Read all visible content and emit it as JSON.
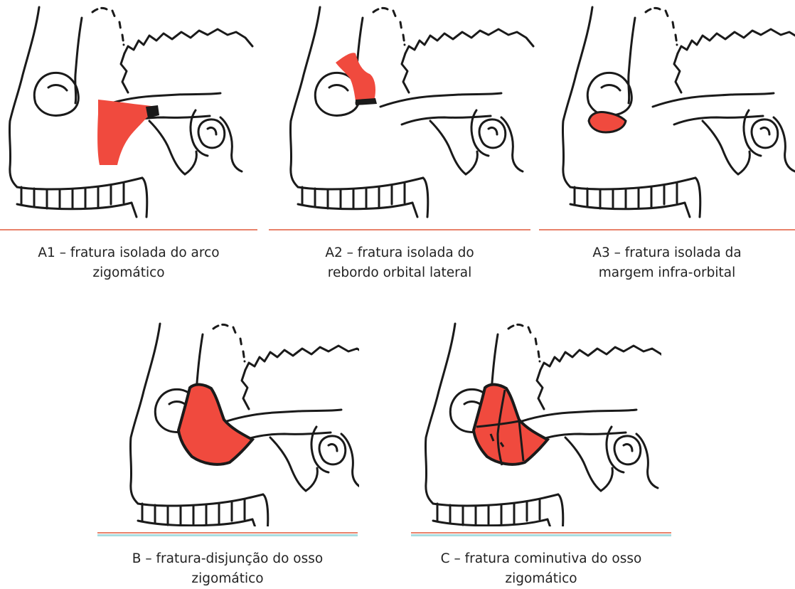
{
  "colors": {
    "fracture_fill": "#f04a3e",
    "line": "#1a1a1a",
    "underline_top": "#e8826b",
    "underline_bottom": "#a9dde0"
  },
  "panels": [
    {
      "id": "A1",
      "line1": "A1 – fratura isolada do arco",
      "line2": "zigomático"
    },
    {
      "id": "A2",
      "line1": "A2 – fratura isolada do",
      "line2": "rebordo orbital lateral"
    },
    {
      "id": "A3",
      "line1": "A3 – fratura isolada da",
      "line2": "margem infra-orbital"
    },
    {
      "id": "B",
      "line1": "B – fratura-disjunção do osso",
      "line2": "zigomático"
    },
    {
      "id": "C",
      "line1": "C – fratura cominutiva do osso",
      "line2": "zigomático"
    }
  ]
}
